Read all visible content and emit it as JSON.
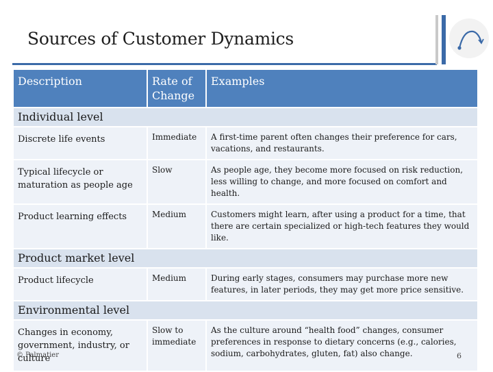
{
  "slide": {
    "title": "Sources of Customer Dynamics",
    "footer_left": "© Palmatier",
    "page_number": "6",
    "accent_color": "#3b6aa8",
    "header_color": "#4f81bd"
  },
  "table": {
    "headers": [
      "Description",
      "Rate of Change",
      "Examples"
    ],
    "sections": [
      {
        "label": "Individual level",
        "rows": [
          {
            "description": "Discrete life events",
            "rate": "Immediate",
            "example": "A first-time parent often changes their preference for cars, vacations, and restaurants."
          },
          {
            "description": "Typical lifecycle or maturation as people age",
            "rate": "Slow",
            "example": "As people age, they become more focused on risk reduction, less willing to change, and more focused on comfort and health."
          },
          {
            "description": "Product learning effects",
            "rate": "Medium",
            "example": "Customers might learn, after using a product for a time, that there are certain specialized or high-tech features they would like."
          }
        ]
      },
      {
        "label": "Product market level",
        "rows": [
          {
            "description": "Product lifecycle",
            "rate": "Medium",
            "example": "During early stages, consumers may purchase more new features, in later periods, they may get more price sensitive."
          }
        ]
      },
      {
        "label": "Environmental level",
        "rows": [
          {
            "description": "Changes in economy, government, industry, or culture",
            "rate": "Slow to immediate",
            "example": "As the culture around “health food” changes, consumer preferences in response to dietary concerns (e.g., calories, sodium, carbohydrates, gluten, fat) also change."
          }
        ]
      }
    ]
  }
}
